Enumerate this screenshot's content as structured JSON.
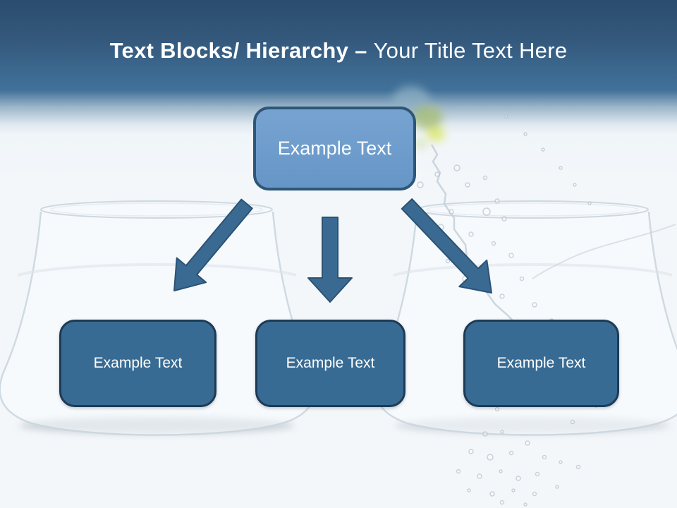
{
  "slide": {
    "title": {
      "template_name": "Text Blocks/ Hierarchy – ",
      "custom_title": "Your Title Text Here"
    },
    "diagram": {
      "root": {
        "label": "Example Text"
      },
      "children": [
        {
          "label": "Example Text"
        },
        {
          "label": "Example Text"
        },
        {
          "label": "Example Text"
        }
      ]
    },
    "background_elements": [
      "left-fishbowl",
      "right-fishbowl",
      "water-splash",
      "bubbles",
      "blurred-fish"
    ],
    "colors": {
      "header_top": "#2b4d6e",
      "header_bottom": "#417199",
      "body_background": "#f4f7fa",
      "root_node_fill": "#6d9dcd",
      "root_node_border": "#2d5678",
      "child_node_fill": "#386b93",
      "child_node_border": "#1d3b55",
      "arrow_fill": "#3a6a92",
      "arrow_stroke": "#2b5274",
      "title_text": "#ffffff",
      "node_text": "#ffffff"
    }
  }
}
